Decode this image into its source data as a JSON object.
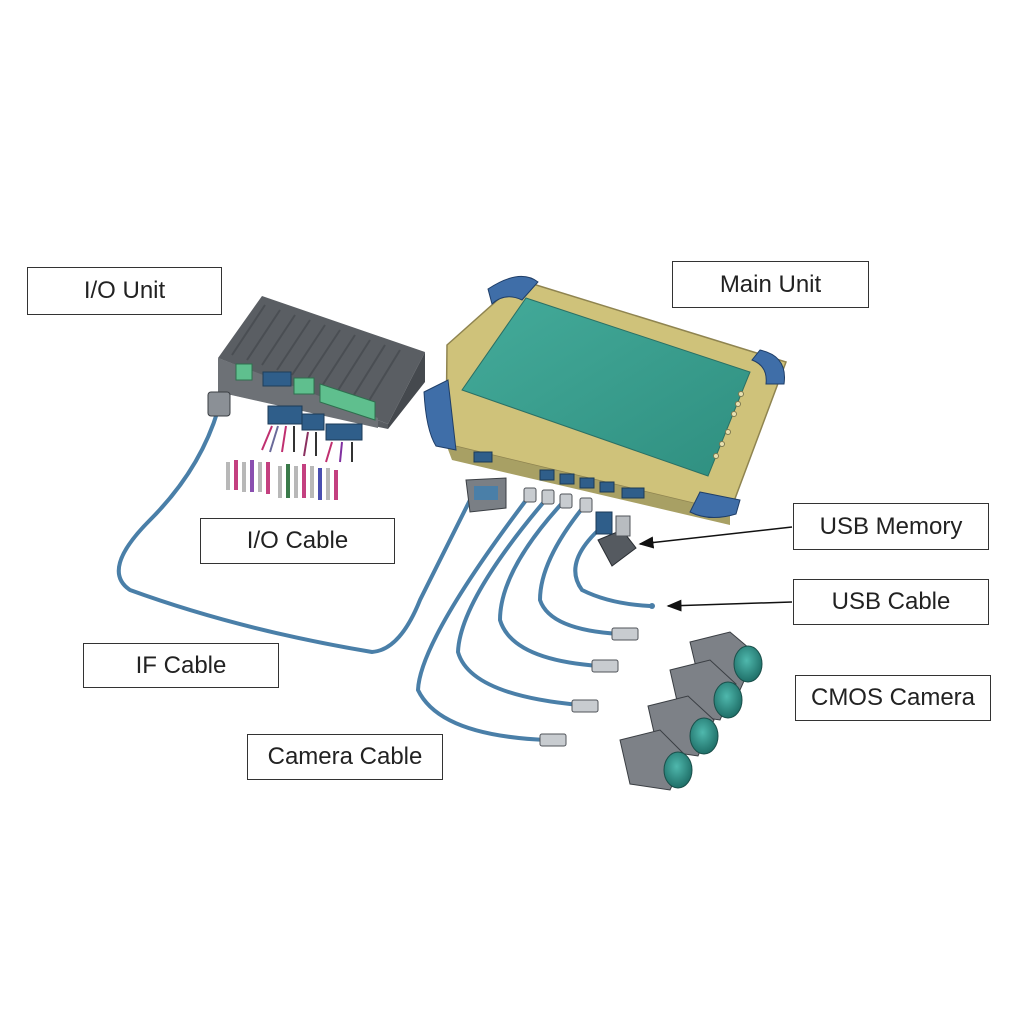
{
  "labels": {
    "io_unit": "I/O Unit",
    "main_unit": "Main Unit",
    "io_cable": "I/O Cable",
    "usb_memory": "USB Memory",
    "usb_cable": "USB Cable",
    "if_cable": "IF Cable",
    "cmos_camera": "CMOS Camera",
    "camera_cable": "Camera Cable"
  },
  "colors": {
    "cable": "#4a7fa8",
    "screen": "#3aa08f",
    "bezel": "#cfc27a",
    "bumper": "#3f6ea8",
    "io_body": "#6f7378",
    "terminal": "#5fbf8e",
    "camera_body": "#7d8187",
    "lens": "#2e8f86"
  }
}
